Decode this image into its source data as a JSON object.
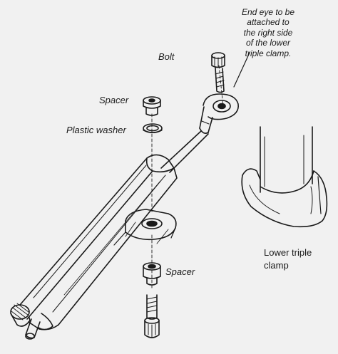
{
  "labels": {
    "end_eye": "End eye to be\nattached to\nthe right side\nof the lower\ntriple clamp.",
    "bolt": "Bolt",
    "spacer_top": "Spacer",
    "plastic_washer": "Plastic washer",
    "spacer_bottom": "Spacer",
    "lower_triple_clamp": "Lower triple\nclamp"
  },
  "colors": {
    "paper": "#f1f1f1",
    "ink": "#1a1a1a"
  }
}
